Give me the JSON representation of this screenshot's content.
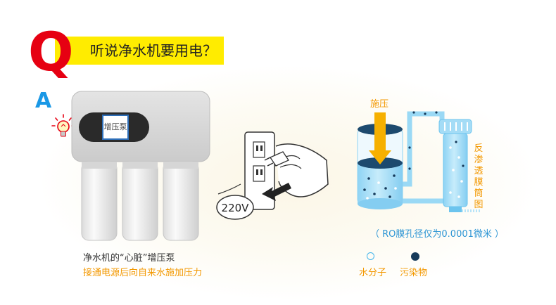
{
  "question": {
    "letter": "Q",
    "title": "听说净水机要用电？",
    "colors": {
      "letter": "#e60012",
      "bar": "#ffec00"
    }
  },
  "answer": {
    "letter": "A",
    "color": "#1a98e6"
  },
  "pump": {
    "panel_text": "增压泵",
    "caption_line1": "净水机的“心脏”增压泵",
    "caption_line2": "接通电源后向自来水施加压力"
  },
  "outlet": {
    "voltage_label": "220V"
  },
  "ro": {
    "pressure_label": "施压",
    "membrane_label": [
      "反",
      "渗",
      "透",
      "膜",
      "筒",
      "图"
    ],
    "pore_note": "（ RO膜孔径仅为0.0001微米 ）"
  },
  "legend": {
    "water": "水分子",
    "pollutant": "污染物",
    "water_color": "#45b6ec",
    "pollutant_color": "#163a5a"
  }
}
